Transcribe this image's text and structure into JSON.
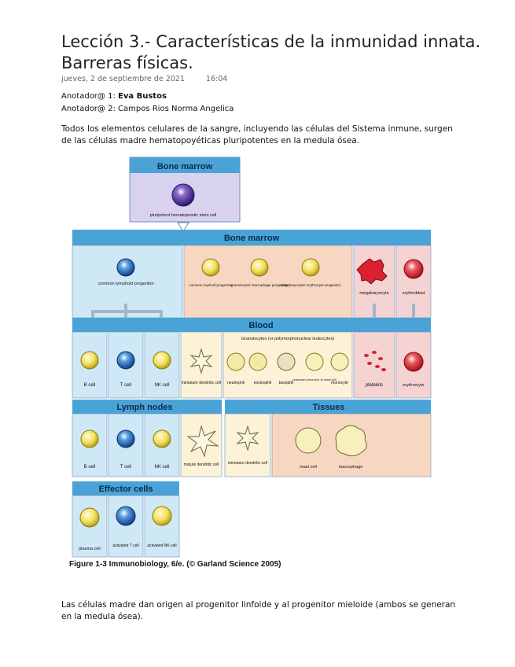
{
  "document": {
    "title": "Lección 3.- Características de la inmunidad innata. Barreras físicas.",
    "date": "jueves, 2 de septiembre de 2021",
    "time": "16:04",
    "annotator1_label": "Anotador@ 1:",
    "annotator1_name": "Eva Bustos",
    "annotator2_label": "Anotador@ 2:",
    "annotator2_name": "Campos Rios Norma Angelica",
    "intro": "Todos los elementos celulares de la sangre, incluyendo las células del Sistema inmune, surgen de las células madre hematopoyéticas pluripotentes en la medula ósea.",
    "closing": "Las células madre dan origen al progenitor linfoide y al progenitor mieloide (ambos se generan en la medula ósea)."
  },
  "figure": {
    "caption": "Figure 1-3 Immunobiology, 6/e. (© Garland Science 2005)",
    "bone_marrow_top": "Bone marrow",
    "stem_cell": "pluripotent hematopoietic stem cell",
    "bone_marrow_band": "Bone marrow",
    "common_lymphoid": "common lymphoid progenitor",
    "common_myeloid": "common myeloid progenitor",
    "granulocyte_macrophage": "granulocyte/ macrophage progenitor",
    "megakaryocyte_erythrocyte": "megakaryocyte/ erythrocyte progenitor",
    "megakaryocyte": "megakaryocyte",
    "erythroblast": "erythroblast",
    "blood": "Blood",
    "granulocytes": "Granulocytes (or polymorphonuclear leukocytes)",
    "b_cell": "B cell",
    "t_cell": "T cell",
    "nk_cell": "NK cell",
    "immature_dendritic": "immature dendritic cell",
    "neutrophil": "neutrophil",
    "eosinophil": "eosinophil",
    "basophil": "basophil",
    "unknown_precursor": "unknown precursor of mast cell",
    "monocyte": "monocyte",
    "platelets": "platelets",
    "erythrocyte": "erythrocyte",
    "lymph_nodes": "Lymph nodes",
    "tissues": "Tissues",
    "ln_b_cell": "B cell",
    "ln_t_cell": "T cell",
    "ln_nk_cell": "NK cell",
    "mature_dendritic": "mature dendritic cell",
    "tissue_immature_dendritic": "immature dendritic cell",
    "mast_cell": "mast cell",
    "macrophage": "macrophage",
    "effector_cells": "Effector cells",
    "plasma_cell": "plasma cell",
    "activated_t": "activated T cell",
    "activated_nk": "activated NK cell"
  },
  "colors": {
    "header_blue": "#4aa3d6",
    "light_blue": "#cfe8f6",
    "lavender": "#d9d2ef",
    "peach": "#f8d7c2",
    "pink": "#f5d3d3",
    "cream": "#fbf2d8",
    "cell_blue": "#1f66b6",
    "cell_yellow": "#f3e45a",
    "cell_red": "#d9212f",
    "cell_purple": "#4a2d86"
  }
}
